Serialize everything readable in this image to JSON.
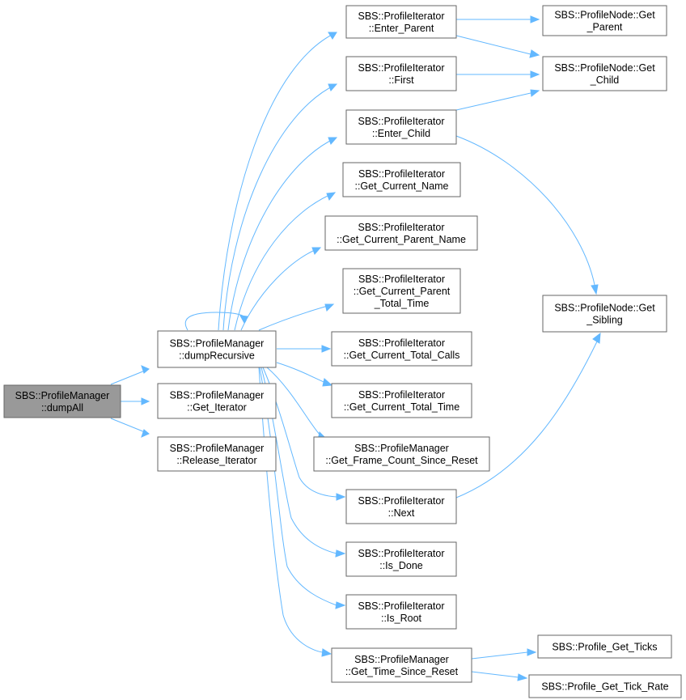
{
  "graph": {
    "nodes": {
      "dumpAll": [
        "SBS::ProfileManager",
        "::dumpAll"
      ],
      "dumpRecursive": [
        "SBS::ProfileManager",
        "::dumpRecursive"
      ],
      "getIterator": [
        "SBS::ProfileManager",
        "::Get_Iterator"
      ],
      "releaseIterator": [
        "SBS::ProfileManager",
        "::Release_Iterator"
      ],
      "enterParent": [
        "SBS::ProfileIterator",
        "::Enter_Parent"
      ],
      "first": [
        "SBS::ProfileIterator",
        "::First"
      ],
      "enterChild": [
        "SBS::ProfileIterator",
        "::Enter_Child"
      ],
      "getCurrentName": [
        "SBS::ProfileIterator",
        "::Get_Current_Name"
      ],
      "getCurrentParentName": [
        "SBS::ProfileIterator",
        "::Get_Current_Parent_Name"
      ],
      "getCurrentParentTotalTime": [
        "SBS::ProfileIterator",
        "::Get_Current_Parent",
        "_Total_Time"
      ],
      "getCurrentTotalCalls": [
        "SBS::ProfileIterator",
        "::Get_Current_Total_Calls"
      ],
      "getCurrentTotalTime": [
        "SBS::ProfileIterator",
        "::Get_Current_Total_Time"
      ],
      "getFrameCountSinceReset": [
        "SBS::ProfileManager",
        "::Get_Frame_Count_Since_Reset"
      ],
      "next": [
        "SBS::ProfileIterator",
        "::Next"
      ],
      "isDone": [
        "SBS::ProfileIterator",
        "::Is_Done"
      ],
      "isRoot": [
        "SBS::ProfileIterator",
        "::Is_Root"
      ],
      "getTimeSinceReset": [
        "SBS::ProfileManager",
        "::Get_Time_Since_Reset"
      ],
      "nodeGetParent": [
        "SBS::ProfileNode::Get",
        "_Parent"
      ],
      "nodeGetChild": [
        "SBS::ProfileNode::Get",
        "_Child"
      ],
      "nodeGetSibling": [
        "SBS::ProfileNode::Get",
        "_Sibling"
      ],
      "profileGetTicks": [
        "SBS::Profile_Get_Ticks"
      ],
      "profileGetTickRate": [
        "SBS::Profile_Get_Tick_Rate"
      ]
    },
    "edges": [
      [
        "dumpAll",
        "dumpRecursive"
      ],
      [
        "dumpAll",
        "getIterator"
      ],
      [
        "dumpAll",
        "releaseIterator"
      ],
      [
        "dumpRecursive",
        "dumpRecursive"
      ],
      [
        "dumpRecursive",
        "enterParent"
      ],
      [
        "dumpRecursive",
        "first"
      ],
      [
        "dumpRecursive",
        "enterChild"
      ],
      [
        "dumpRecursive",
        "getCurrentName"
      ],
      [
        "dumpRecursive",
        "getCurrentParentName"
      ],
      [
        "dumpRecursive",
        "getCurrentParentTotalTime"
      ],
      [
        "dumpRecursive",
        "getCurrentTotalCalls"
      ],
      [
        "dumpRecursive",
        "getCurrentTotalTime"
      ],
      [
        "dumpRecursive",
        "getFrameCountSinceReset"
      ],
      [
        "dumpRecursive",
        "next"
      ],
      [
        "dumpRecursive",
        "isDone"
      ],
      [
        "dumpRecursive",
        "isRoot"
      ],
      [
        "dumpRecursive",
        "getTimeSinceReset"
      ],
      [
        "enterParent",
        "nodeGetParent"
      ],
      [
        "enterParent",
        "nodeGetChild"
      ],
      [
        "first",
        "nodeGetChild"
      ],
      [
        "enterChild",
        "nodeGetChild"
      ],
      [
        "enterChild",
        "nodeGetSibling"
      ],
      [
        "next",
        "nodeGetSibling"
      ],
      [
        "getTimeSinceReset",
        "profileGetTicks"
      ],
      [
        "getTimeSinceReset",
        "profileGetTickRate"
      ]
    ],
    "colors": {
      "edge": "#63b8ff",
      "node_border": "#666666",
      "root_fill": "#999999",
      "node_fill": "#ffffff"
    }
  }
}
